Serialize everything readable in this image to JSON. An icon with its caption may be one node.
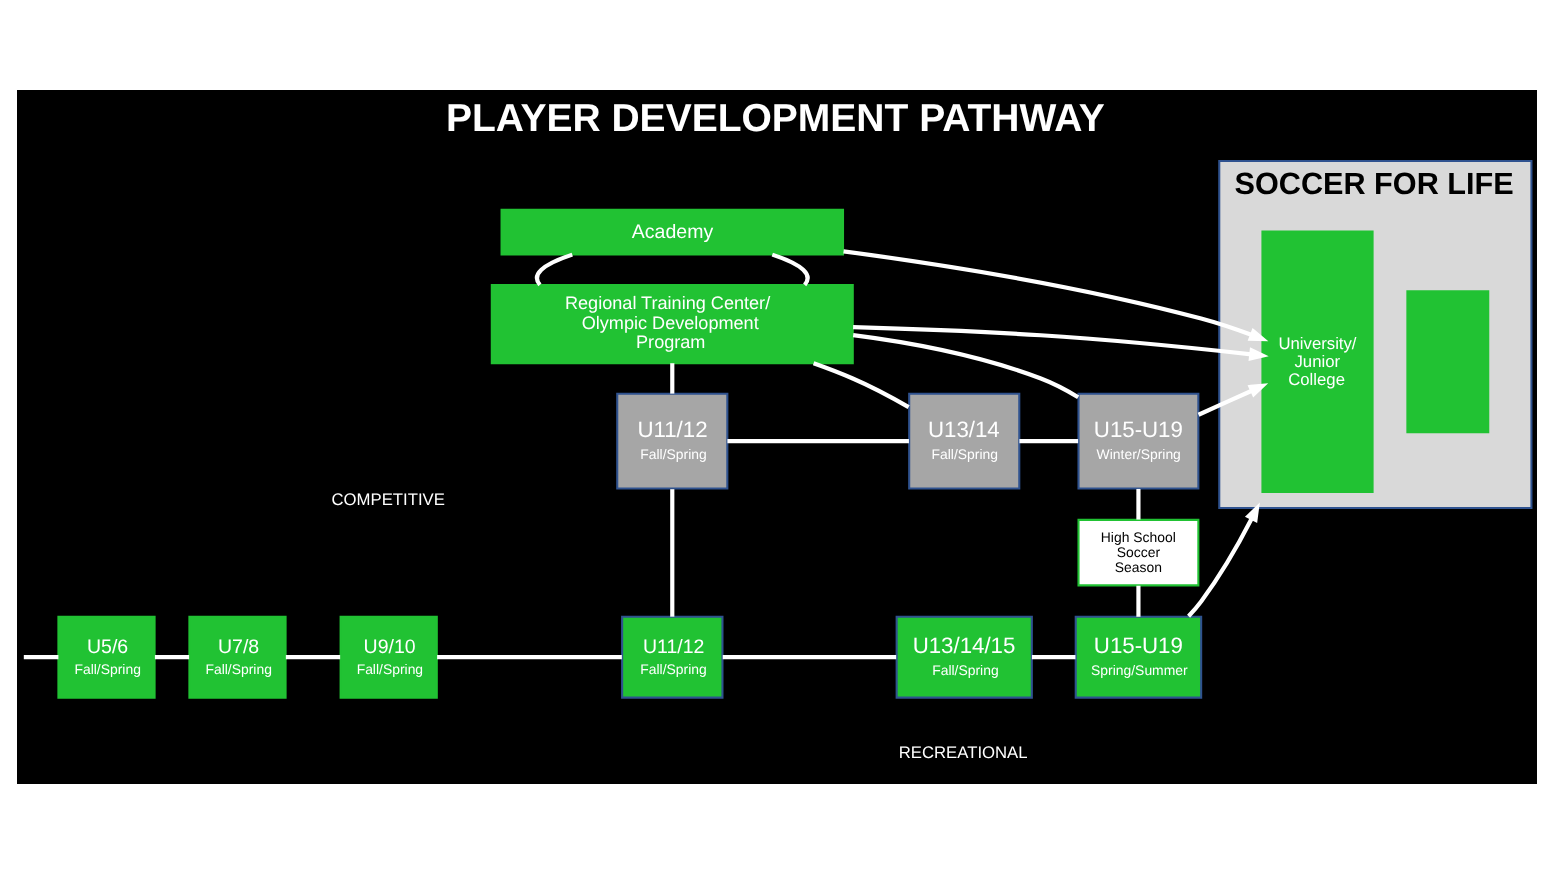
{
  "diagram": {
    "title": "PLAYER DEVELOPMENT PATHWAY",
    "nodes": [
      {
        "text": [
          "Academy"
        ]
      },
      {
        "text": [
          "Regional Training Center/ Olympic Development Program"
        ]
      },
      {
        "text": [
          "SOCCER FOR LIFE"
        ]
      },
      {
        "text": [
          "University/Junior College"
        ],
        "in": 2
      },
      {
        "text": [],
        "shape": "box",
        "in": 2
      },
      {
        "text": [
          "U11/12",
          "Fall/Spring"
        ]
      },
      {
        "text": [
          "U13/14",
          "Fall/Spring"
        ]
      },
      {
        "text": [
          "U15-U19",
          "Winter/Spring"
        ]
      },
      {
        "text": [
          "High School Soccer Season"
        ]
      },
      {
        "text": [
          "U5/6",
          "Fall/Spring"
        ]
      },
      {
        "text": [
          "U7/8",
          "Fall/Spring"
        ]
      },
      {
        "text": [
          "U9/10",
          "Fall/Spring"
        ]
      },
      {
        "text": [
          "U11/12",
          "Fall/Spring"
        ]
      },
      {
        "text": [
          "U13/14/15",
          "Fall/Spring"
        ]
      },
      {
        "text": [
          "U15-U19",
          "Spring/Summer"
        ]
      }
    ],
    "edges": [
      {
        "from": 0,
        "to": 3,
        "arrow": "to"
      },
      {
        "from": 0,
        "to": 1,
        "arrow": "none"
      },
      {
        "from": 0,
        "to": 1,
        "arrow": "none"
      },
      {
        "from": 1,
        "to": 3,
        "arrow": "to"
      },
      {
        "from": 1,
        "to": 5,
        "arrow": "none"
      },
      {
        "from": 1,
        "to": 6,
        "arrow": "none"
      },
      {
        "from": 1,
        "to": 7,
        "arrow": "none"
      },
      {
        "from": 5,
        "to": 6,
        "arrow": "none"
      },
      {
        "from": 6,
        "to": 7,
        "arrow": "none"
      },
      {
        "from": 7,
        "to": 3,
        "arrow": "to"
      },
      {
        "from": 5,
        "to": 12,
        "arrow": "none"
      },
      {
        "from": 7,
        "to": 8,
        "arrow": "none"
      },
      {
        "from": 8,
        "to": 14,
        "arrow": "none"
      },
      {
        "from": null,
        "to": 9,
        "arrow": "none"
      },
      {
        "from": 9,
        "to": 10,
        "arrow": "none"
      },
      {
        "from": 10,
        "to": 11,
        "arrow": "none"
      },
      {
        "from": 11,
        "to": 12,
        "arrow": "none"
      },
      {
        "from": 12,
        "to": 13,
        "arrow": "none"
      },
      {
        "from": 13,
        "to": 14,
        "arrow": "none"
      },
      {
        "from": 14,
        "to": 2,
        "arrow": "to"
      }
    ],
    "labels": [
      "COMPETITIVE",
      "RECREATIONAL"
    ]
  }
}
